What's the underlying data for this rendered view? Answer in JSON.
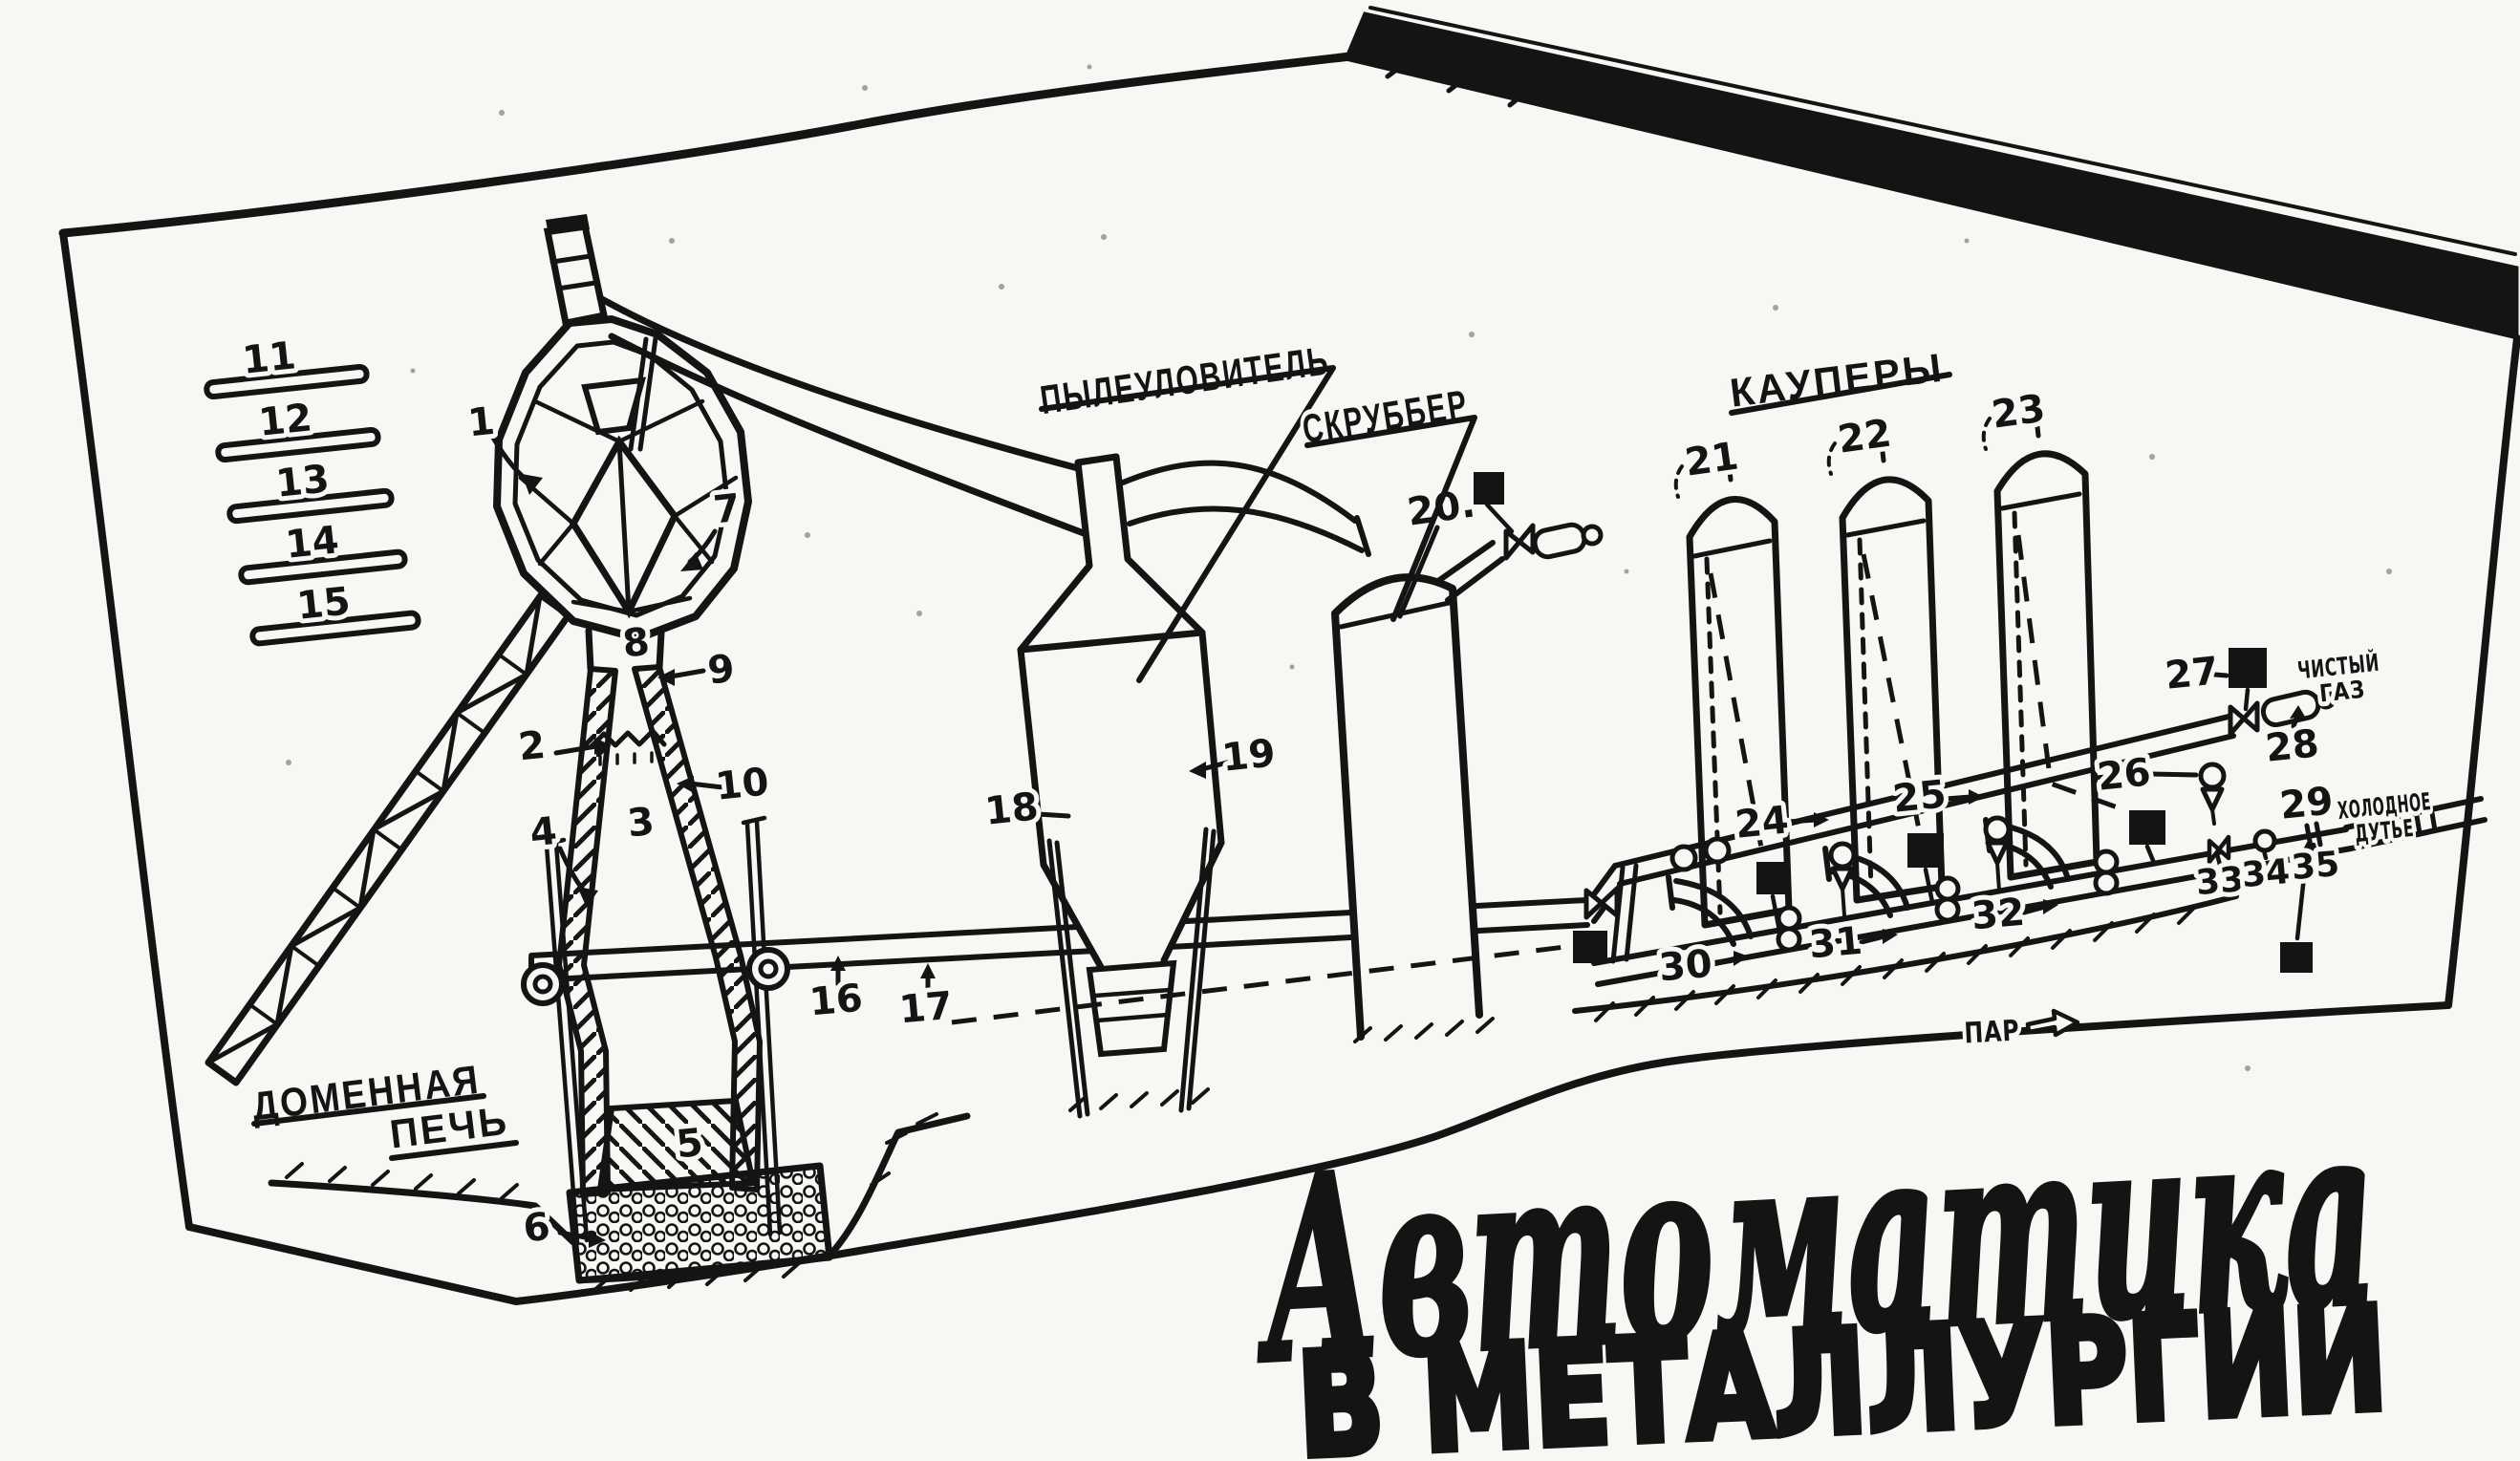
{
  "title": {
    "script": "Автоматика",
    "block": "В МЕТАЛЛУРГИИ"
  },
  "sections": {
    "blast_furnace": {
      "line1": "ДОМЕННАЯ",
      "line2": "ПЕЧЬ"
    },
    "dust_collector": "ПЫЛЕУЛОВИТЕЛЬ",
    "scrubber": "СКРУББЕР",
    "cowpers": "КАУПЕРЫ",
    "clean_gas": {
      "line1": "ЧИСТЫЙ",
      "line2": "ГАЗ"
    },
    "cold_blast": {
      "line1": "ХОЛОДНОЕ",
      "line2": "ДУТЬЕ"
    },
    "steam": "ПАР"
  },
  "nums": {
    "1": "1",
    "2": "2",
    "3": "3",
    "4": "4",
    "5": "5",
    "6": "6",
    "7": "7",
    "8": "8",
    "9": "9",
    "10": "10",
    "11": "11",
    "12": "12",
    "13": "13",
    "14": "14",
    "15": "15",
    "16": "16",
    "17": "17",
    "18": "18",
    "19": "19",
    "20": "20.",
    "21": "21",
    "22": "22",
    "23": "23",
    "24": "24",
    "25": "25",
    "26": "26",
    "27": "27",
    "28": "28",
    "29": "29",
    "30": "30",
    "31": "31",
    "32": "32",
    "33": "33",
    "34": "34",
    "35": "35"
  },
  "colors": {
    "ink": "#141414",
    "paper": "#f8f7f4"
  }
}
